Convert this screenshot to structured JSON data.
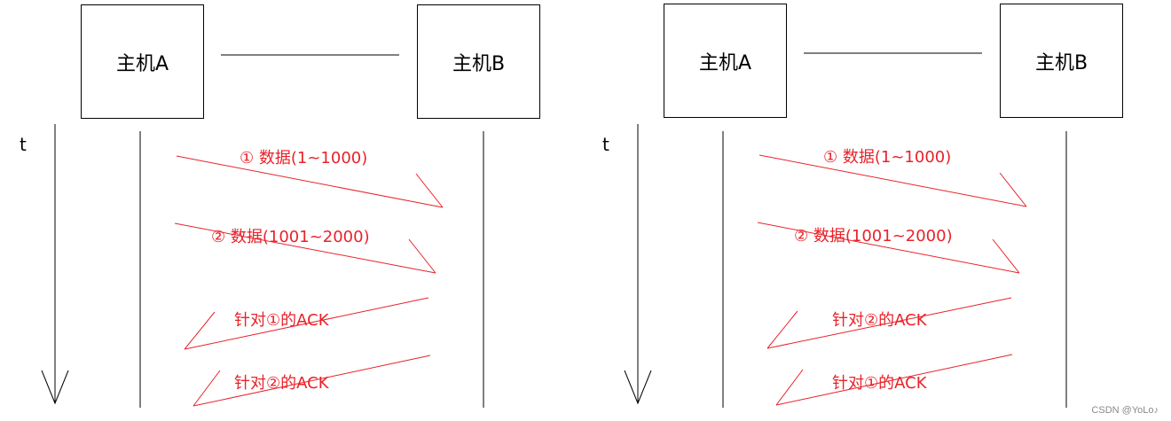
{
  "colors": {
    "line": "#000000",
    "message": "#e8232a"
  },
  "diagrams": [
    {
      "host_a": "主机A",
      "host_b": "主机B",
      "time_label": "t",
      "messages": [
        "① 数据(1~1000)",
        "② 数据(1001~2000)",
        "针对①的ACK",
        "针对②的ACK"
      ]
    },
    {
      "host_a": "主机A",
      "host_b": "主机B",
      "time_label": "t",
      "messages": [
        "① 数据(1~1000)",
        "② 数据(1001~2000)",
        "针对②的ACK",
        "针对①的ACK"
      ]
    }
  ],
  "watermark": "CSDN @YoLo♪"
}
